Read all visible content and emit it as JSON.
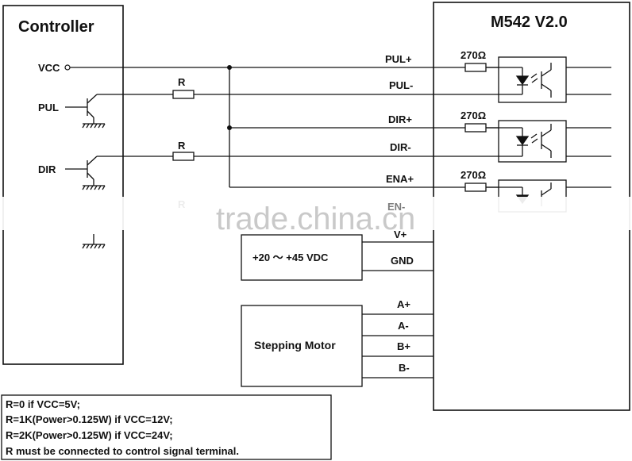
{
  "controller": {
    "title": "Controller",
    "vcc": "VCC",
    "pul": "PUL",
    "dir": "DIR"
  },
  "driver": {
    "title": "M542 V2.0"
  },
  "resistors": {
    "r1": "R",
    "r2": "R",
    "r3": "R"
  },
  "signals": {
    "pul_plus": "PUL+",
    "pul_minus": "PUL-",
    "dir_plus": "DIR+",
    "dir_minus": "DIR-",
    "ena_plus": "ENA+",
    "ena_minus": "EN-",
    "vdc_plus": "V+",
    "gnd": "GND"
  },
  "opto_resistors": {
    "r1": "270Ω",
    "r2": "270Ω",
    "r3": "270Ω"
  },
  "power": {
    "label": "+20 ～ +45 VDC"
  },
  "motor": {
    "label": "Stepping Motor",
    "a_plus": "A+",
    "a_minus": "A-",
    "b_plus": "B+",
    "b_minus": "B-"
  },
  "notes": {
    "line1": "R=0 if VCC=5V;",
    "line2": "R=1K(Power>0.125W) if VCC=12V;",
    "line3": "R=2K(Power>0.125W) if VCC=24V;",
    "line4": "R must be connected to control signal terminal."
  },
  "watermark": "trade.china.cn",
  "colors": {
    "line": "#111111",
    "watermark": "#c9c9c9"
  }
}
